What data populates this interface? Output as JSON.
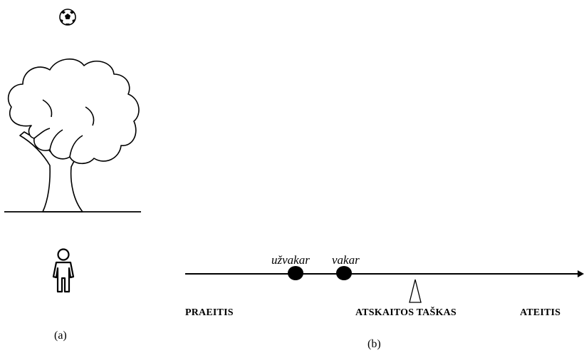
{
  "panel_a": {
    "caption": "(a)",
    "objects": [
      "soccer-ball-icon",
      "tree",
      "ground-line",
      "person-icon"
    ]
  },
  "panel_b": {
    "caption": "(b)",
    "timeline": {
      "events": [
        {
          "label": "užvakar"
        },
        {
          "label": "vakar"
        }
      ],
      "reference_point_label": "ATSKAITOS TAŠKAS",
      "past_label": "PRAEITIS",
      "future_label": "ATEITIS"
    }
  }
}
